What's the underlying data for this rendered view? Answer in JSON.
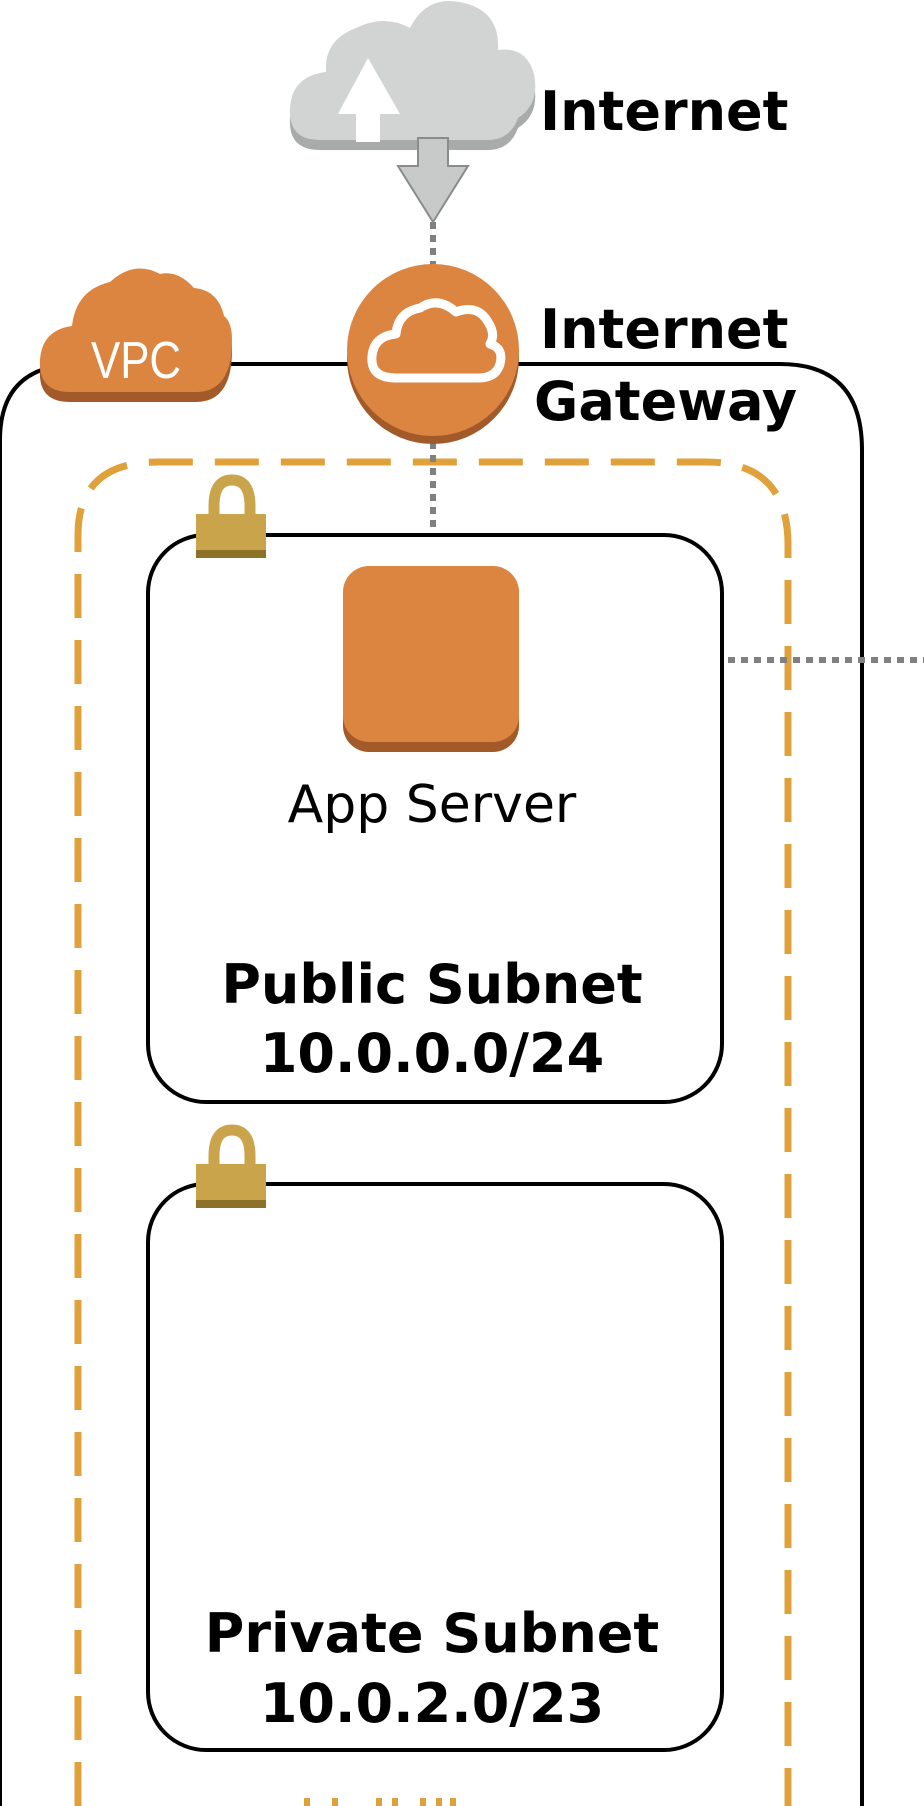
{
  "internet": {
    "label": "Internet",
    "icon": "cloud-upload-icon"
  },
  "internet_gateway": {
    "label_line1": "Internet",
    "label_line2": "Gateway",
    "icon": "cloud-icon"
  },
  "vpc": {
    "badge_text": "VPC",
    "icon": "vpc-cloud-icon"
  },
  "public_subnet": {
    "name": "Public Subnet",
    "cidr": "10.0.0.0/24",
    "icon": "lock-icon"
  },
  "private_subnet": {
    "name": "Private Subnet",
    "cidr": "10.0.2.0/23",
    "icon": "lock-icon"
  },
  "app_server": {
    "label": "App Server",
    "icon": "server-icon"
  },
  "colors": {
    "aws_orange": "#DC8541",
    "aws_orange_dark": "#A35A2A",
    "availability_zone_dash": "#E1A13A",
    "lock_gold": "#C9A44A",
    "lock_gold_dark": "#8E7128",
    "internet_cloud_gray": "#D2D3D3",
    "connector_gray": "#808080",
    "line_black": "#000000"
  }
}
